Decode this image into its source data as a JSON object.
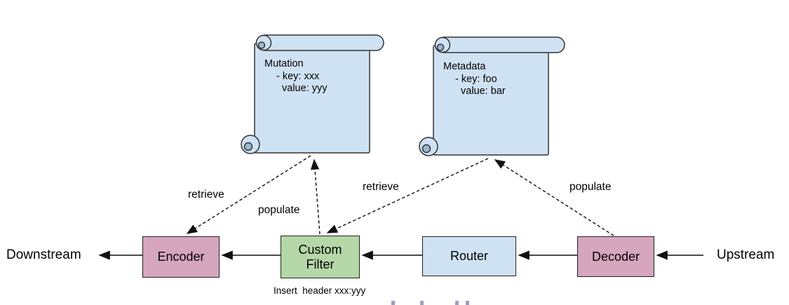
{
  "notes": {
    "mutation": {
      "title": "Mutation",
      "key_line": "- key: xxx",
      "value_line": "value: yyy"
    },
    "metadata": {
      "title": "Metadata",
      "key_line": "- key: foo",
      "value_line": "value: bar"
    }
  },
  "chain": {
    "downstream_label": "Downstream",
    "upstream_label": "Upstream",
    "encoder_label": "Encoder",
    "custom_filter_label": "Custom Filter",
    "router_label": "Router",
    "decoder_label": "Decoder"
  },
  "edge_labels": {
    "encoder_retrieve": "retrieve",
    "filter_populate": "populate",
    "filter_retrieve": "retrieve",
    "decoder_populate": "populate"
  },
  "caption": "Insert  header xxx:yyy",
  "colors": {
    "note_fill": "#cfe2f3",
    "note_curl_shade": "#9fb6ce",
    "router_fill": "#cfe2f3",
    "encoder_decoder_fill": "#d5a6bd",
    "custom_filter_fill": "#b6d7a8",
    "stroke": "#222222",
    "text": "#000000"
  }
}
